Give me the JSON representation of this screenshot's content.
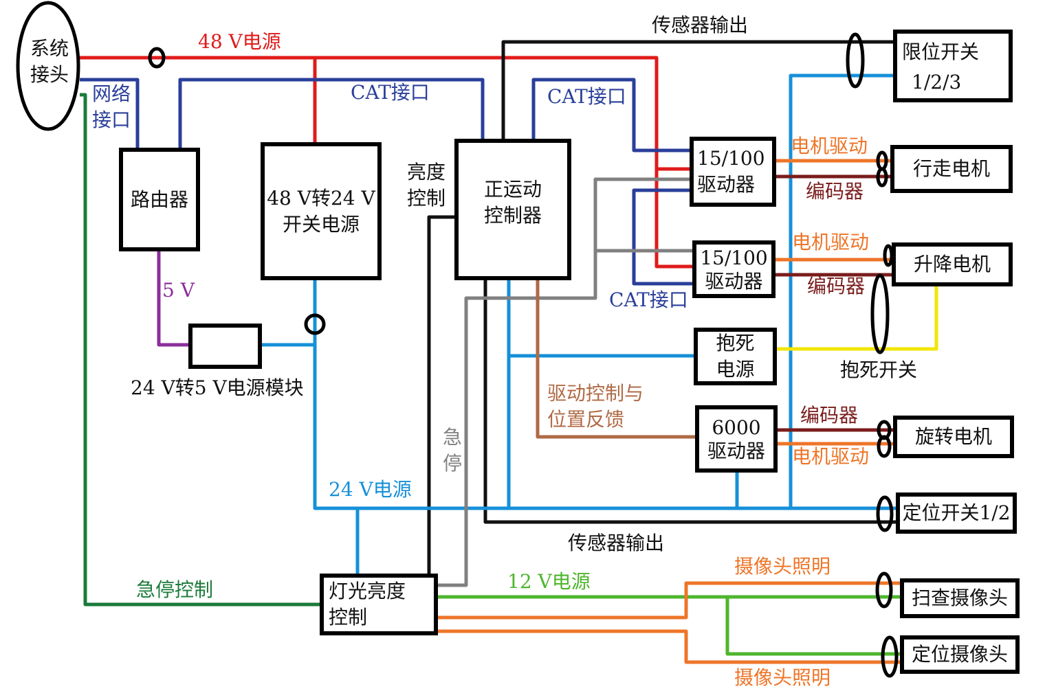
{
  "colors": {
    "power_48v": "#e01b1b",
    "network": "#2a3f9a",
    "sensor": "#111111",
    "power_24v": "#1690d8",
    "power_5v": "#8b2f9a",
    "emergency_stop_signal": "#808080",
    "drive_feedback": "#b06a45",
    "motor_drive": "#ee7528",
    "encoder": "#7a1c1c",
    "brake": "#f2e600",
    "estop_control": "#1b7a3a",
    "power_12v": "#4db62c"
  },
  "blocks": {
    "system_connector": [
      "系统",
      "接头"
    ],
    "router": [
      "路由器"
    ],
    "psu_48_24": [
      "48 V转24 V",
      "开关电源"
    ],
    "psu_24_5": [],
    "motion_controller": [
      "正运动",
      "控制器"
    ],
    "driver_1": [
      "15/100",
      "驱动器"
    ],
    "driver_2": [
      "15/100",
      "驱动器"
    ],
    "brake_power": [
      "抱死",
      "电源"
    ],
    "driver_6000": [
      "6000",
      "驱动器"
    ],
    "limit_switch": [
      "限位开关",
      "1/2/3"
    ],
    "travel_motor": [
      "行走电机"
    ],
    "lift_motor": [
      "升降电机"
    ],
    "rotate_motor": [
      "旋转电机"
    ],
    "position_switch": [
      "定位开关1/2"
    ],
    "light_control": [
      "灯光亮度",
      "控制"
    ],
    "scan_camera": [
      "扫查摄像头"
    ],
    "position_camera": [
      "定位摄像头"
    ]
  },
  "labels": {
    "power_48v": "48 V电源",
    "network_port": [
      "网络",
      "接口"
    ],
    "cat_port_1": "CAT接口",
    "cat_port_2": "CAT接口",
    "cat_port_3": "CAT接口",
    "sensor_output_top": "传感器输出",
    "sensor_output_bottom": "传感器输出",
    "brightness_control": [
      "亮度",
      "控制"
    ],
    "power_5v": "5 V",
    "psu_24_5_caption": "24 V转5 V电源模块",
    "power_24v": "24 V电源",
    "emergency_stop": [
      "急",
      "停"
    ],
    "drive_control_feedback": [
      "驱动控制与",
      "位置反馈"
    ],
    "motor_drive_1": "电机驱动",
    "encoder_1": "编码器",
    "motor_drive_2": "电机驱动",
    "encoder_2": "编码器",
    "brake_switch": "抱死开关",
    "encoder_3": "编码器",
    "motor_drive_3": "电机驱动",
    "estop_control": "急停控制",
    "power_12v": "12 V电源",
    "camera_light_top": "摄像头照明",
    "camera_light_bottom": "摄像头照明"
  }
}
